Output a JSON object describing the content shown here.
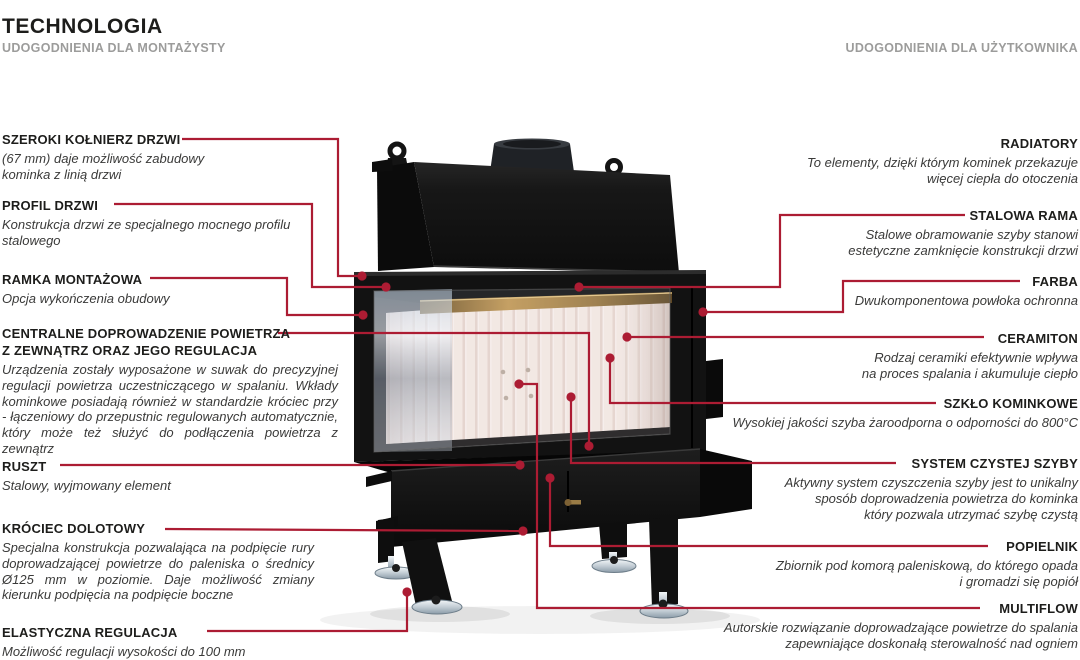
{
  "header": {
    "title": "TECHNOLOGIA",
    "left_subtitle": "UDOGODNIENIA DLA MONTAŻYSTY",
    "right_subtitle": "UDOGODNIENIA DLA UŻYTKOWNIKA"
  },
  "colors": {
    "accent_red": "#AC1C33",
    "heading_black": "#1D1D1B",
    "subtitle_gray": "#9C9C9B",
    "description_gray": "#3A3A39"
  },
  "installer_features": [
    {
      "title": "SZEROKI KOŁNIERZ DRZWI",
      "description": "(67 mm) daje możliwość zabudowy\nkominka z linią drzwi"
    },
    {
      "title": "PROFIL DRZWI",
      "description": "Konstrukcja drzwi ze specjalnego mocnego profilu\nstalowego"
    },
    {
      "title": "RAMKA MONTAŻOWA",
      "description": "Opcja wykończenia obudowy"
    },
    {
      "title": "CENTRALNE DOPROWADZENIE POWIETRZA\nZ ZEWNĄTRZ ORAZ JEGO REGULACJA",
      "description": "Urządzenia zostały wyposażone w suwak do precyzyjnej regulacji powietrza uczestniczącego w spalaniu. Wkłady kominkowe posiadają również w standardzie króciec przy - łączeniowy do przepustnic regulowanych automatycznie, który może też służyć do podłączenia powietrza z zewnątrz"
    },
    {
      "title": "RUSZT",
      "description": "Stalowy, wyjmowany element"
    },
    {
      "title": "KRÓCIEC DOLOTOWY",
      "description": "Specjalna konstrukcja pozwalająca na podpięcie rury doprowadzającej powietrze do paleniska o średnicy Ø125 mm w poziomie. Daje możliwość zmiany kierunku podpięcia na podpięcie boczne"
    },
    {
      "title": "ELASTYCZNA REGULACJA",
      "description": "Możliwość regulacji wysokości do 100 mm"
    }
  ],
  "user_features": [
    {
      "title": "RADIATORY",
      "description": "To elementy, dzięki którym kominek przekazuje\nwięcej ciepła do otoczenia"
    },
    {
      "title": "STALOWA RAMA",
      "description": "Stalowe obramowanie szyby stanowi\nestetyczne zamknięcie konstrukcji drzwi"
    },
    {
      "title": "FARBA",
      "description": "Dwukomponentowa powłoka ochronna"
    },
    {
      "title": "CERAMITON",
      "description": "Rodzaj ceramiki efektywnie wpływa\nna proces spalania i akumuluje ciepło"
    },
    {
      "title": "SZKŁO KOMINKOWE",
      "description": "Wysokiej jakości szyba żaroodporna o odporności do 800°C"
    },
    {
      "title": "SYSTEM CZYSTEJ SZYBY",
      "description": "Aktywny system czyszczenia szyby jest to unikalny\nsposób doprowadzenia powietrza do kominka\nktóry pozwala utrzymać szybę czystą"
    },
    {
      "title": "POPIELNIK",
      "description": "Zbiornik pod komorą paleniskową, do którego opada\ni gromadzi się popiół"
    },
    {
      "title": "MULTIFLOW",
      "description": "Autorskie rozwiązanie doprowadzające powietrze do spalania\nzapewniające doskonałą sterowalność nad ogniem"
    }
  ],
  "illustration": {
    "subject": "fireplace-insert-cutaway",
    "visible_parts": [
      "flue-collar",
      "lifting-eyelets",
      "hood",
      "steel-door-frame",
      "glass-pane",
      "ceramic-lining",
      "gold-deflector",
      "ash-drawer-base",
      "adjustable-legs",
      "chrome-feet",
      "door-handle"
    ]
  }
}
